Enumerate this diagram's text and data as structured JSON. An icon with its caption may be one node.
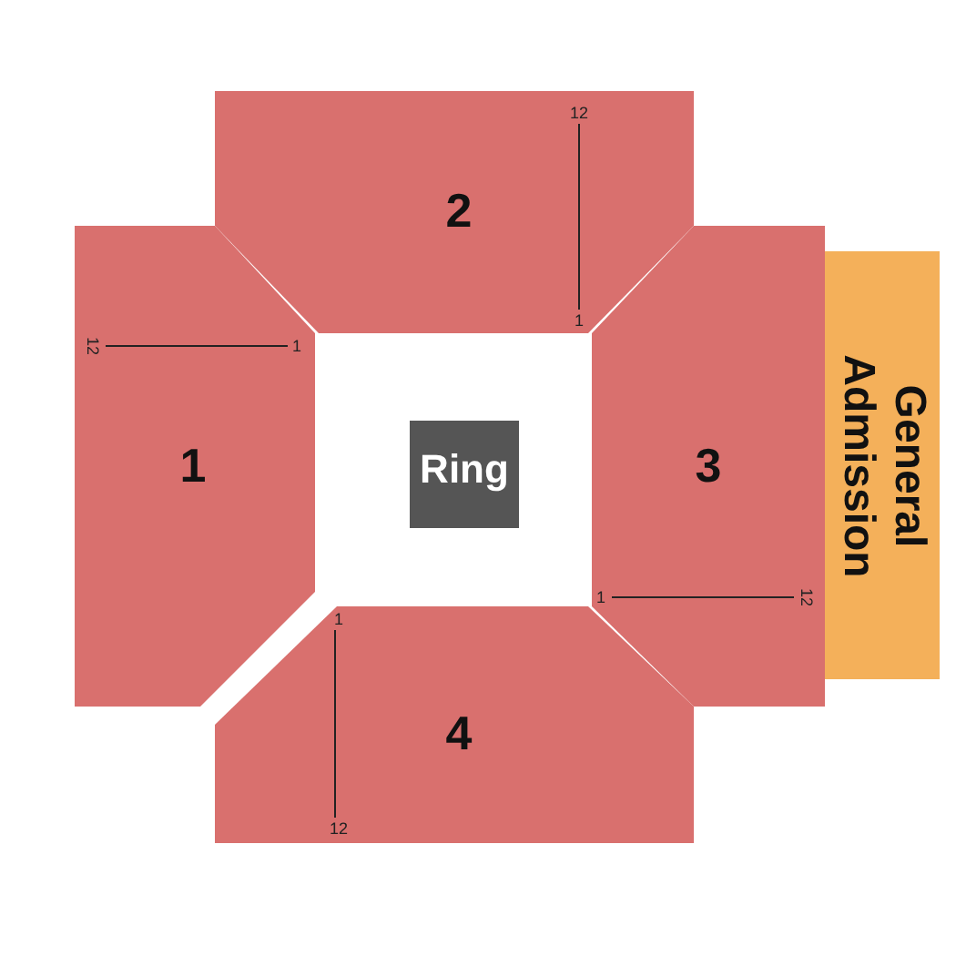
{
  "diagram": {
    "nodes": [
      {
        "text": [
          "2"
        ]
      },
      {
        "text": [
          "1"
        ]
      },
      {
        "text": [
          "3"
        ]
      },
      {
        "text": [
          "Ring"
        ]
      },
      {
        "text": [
          "4"
        ]
      },
      {
        "text": [
          "General Admission"
        ]
      }
    ],
    "labels": [
      "12",
      "1",
      "12",
      "1",
      "1",
      "12",
      "1",
      "12"
    ]
  }
}
